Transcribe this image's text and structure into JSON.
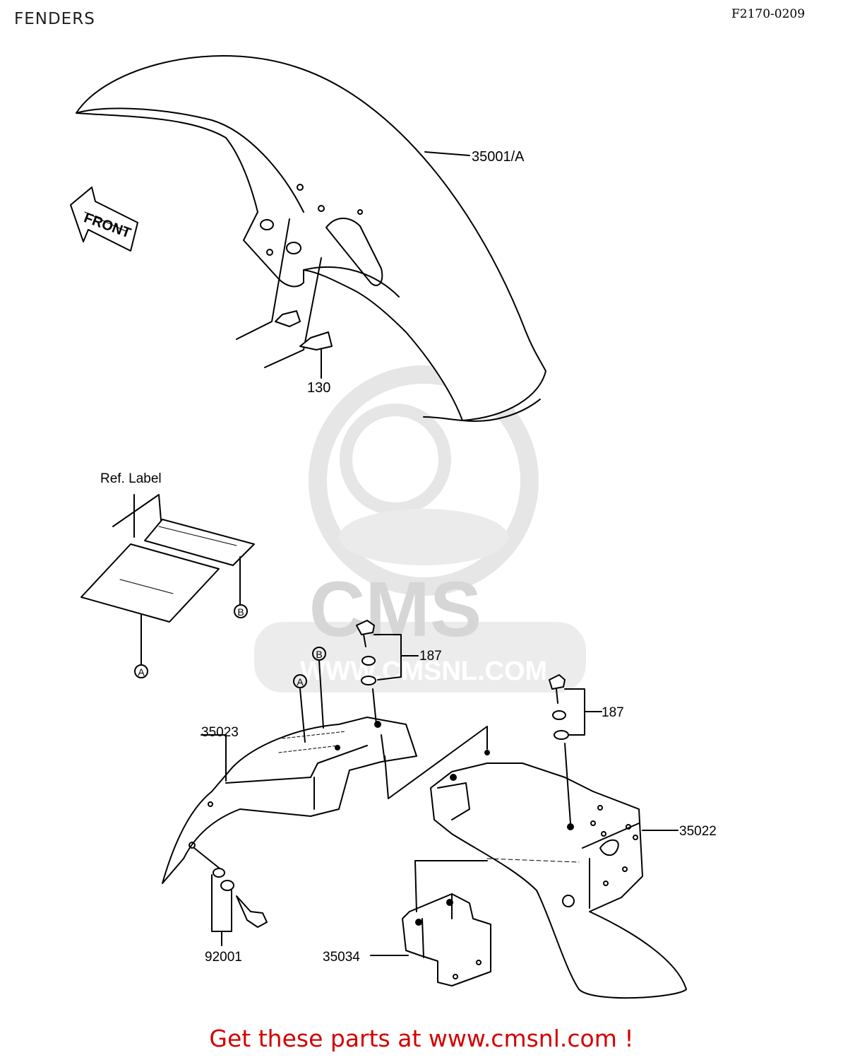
{
  "header": {
    "title": "FENDERS",
    "diagram_code": "F2170-0209"
  },
  "callouts": {
    "front_fender": "35001/A",
    "front_bolt": "130",
    "ref_label": "Ref. Label",
    "marker_a": "A",
    "marker_b": "B",
    "bolt_set_1": "187",
    "bolt_set_2": "187",
    "rear_fender_front": "35023",
    "rear_fender_rear": "35022",
    "bracket": "35034",
    "bolt_rear": "92001"
  },
  "decals": {
    "front_arrow": "FRONT"
  },
  "watermark": {
    "logo": "CMS",
    "url": "WWW.CMSNL.COM"
  },
  "footer": {
    "text": "Get these parts at www.cmsnl.com !"
  },
  "colors": {
    "line": "#000000",
    "watermark": "#e2e2e2",
    "footer_text": "#d40000"
  }
}
